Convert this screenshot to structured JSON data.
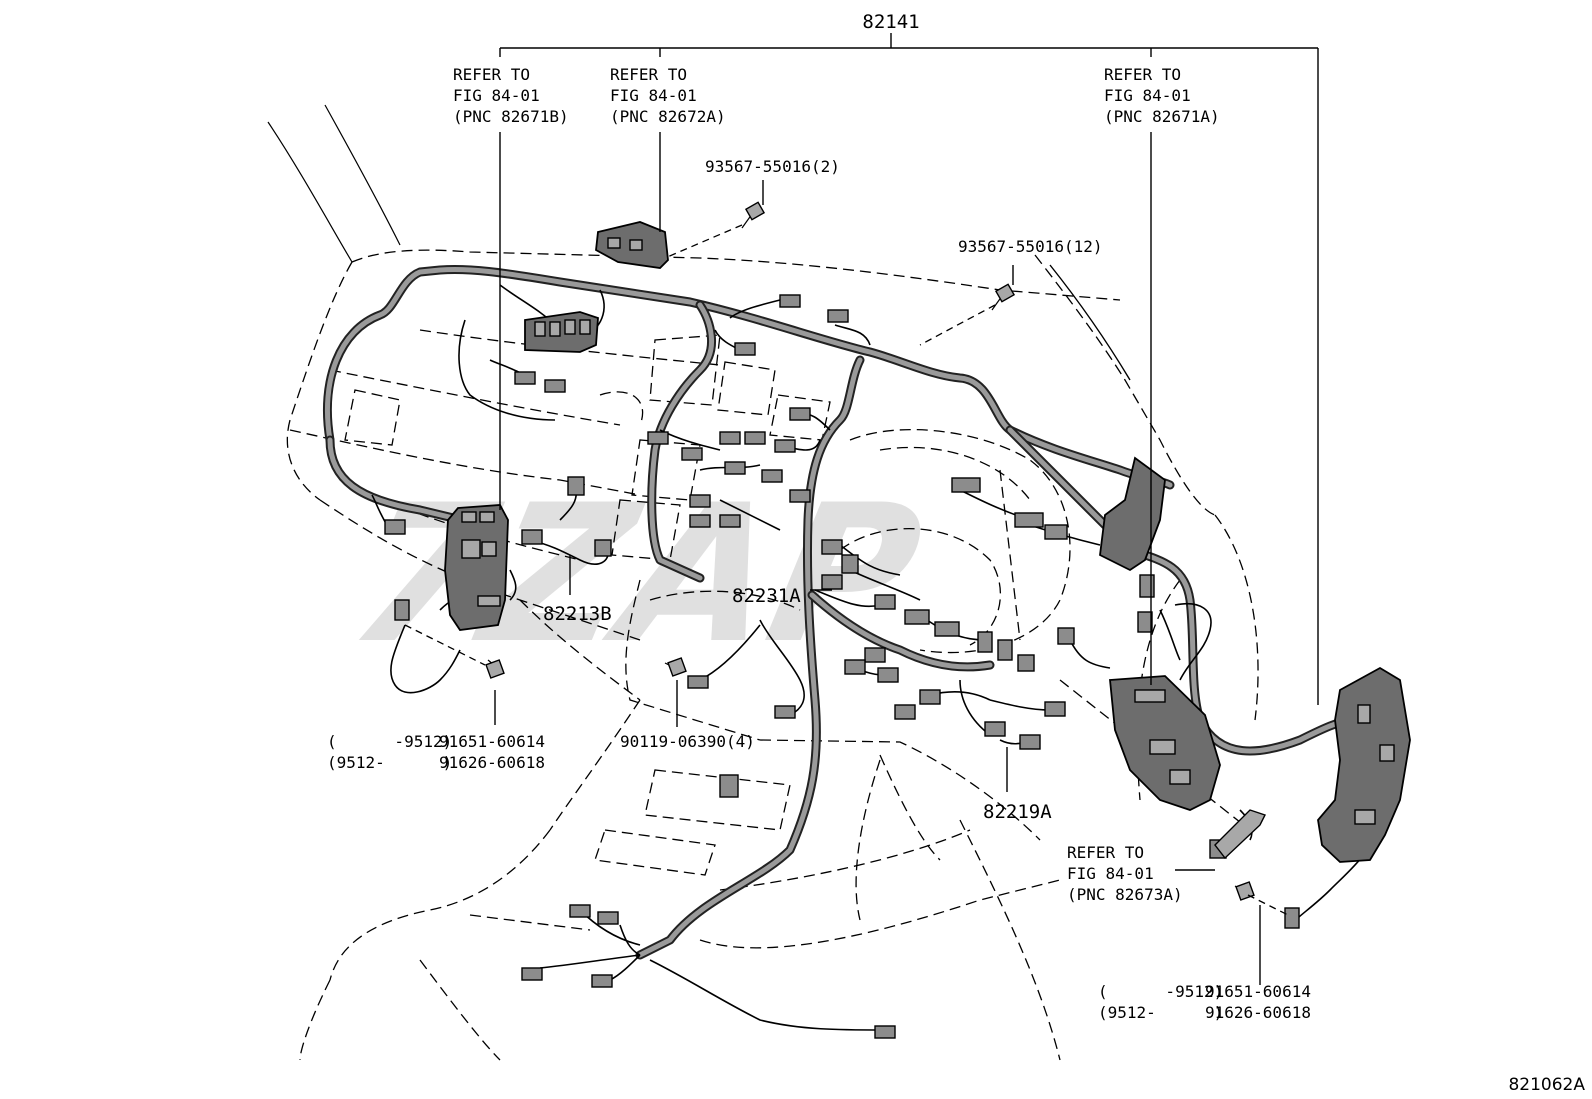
{
  "watermark": "7ZAP",
  "figure_code": "821062A",
  "labels": {
    "main_harness": "82141",
    "refer_left": {
      "l1": "REFER TO",
      "l2": "FIG 84-01",
      "l3": "(PNC 82671B)"
    },
    "refer_mid": {
      "l1": "REFER TO",
      "l2": "FIG 84-01",
      "l3": "(PNC 82672A)"
    },
    "refer_right": {
      "l1": "REFER TO",
      "l2": "FIG 84-01",
      "l3": "(PNC 82671A)"
    },
    "refer_bottom": {
      "l1": "REFER TO",
      "l2": "FIG 84-01",
      "l3": "(PNC 82673A)"
    },
    "bolt_top": "93567-55016(2)",
    "bolt_right": "93567-55016(12)",
    "wire_82213b": "82213B",
    "wire_82231a": "82231A",
    "wire_82219a": "82219A",
    "bolt_center": "90119-06390(4)",
    "bolt_left": {
      "range1": "(      -9512)",
      "part1": "91651-60614",
      "range2": "(9512-      )",
      "part2": "91626-60618"
    },
    "bolt_br": {
      "range1": "(      -9512)",
      "part1": "91651-60614",
      "range2": "(9512-      )",
      "part2": "91626-60618"
    }
  }
}
